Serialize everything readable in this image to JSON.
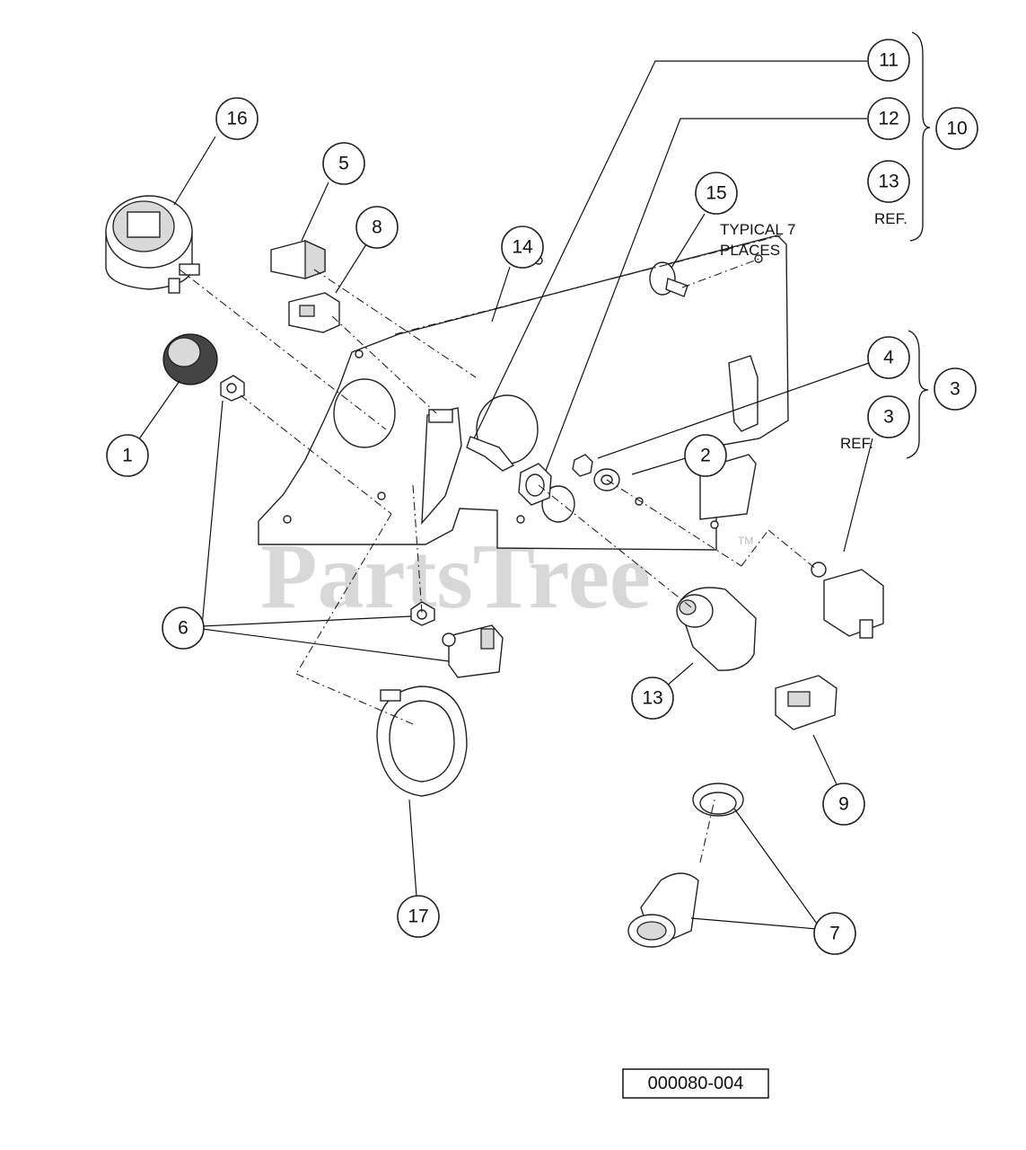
{
  "callouts": {
    "c1": "1",
    "c2": "2",
    "c3": "3",
    "c3ref": "3",
    "c4": "4",
    "c5": "5",
    "c6": "6",
    "c7": "7",
    "c8": "8",
    "c9": "9",
    "c10": "10",
    "c11": "11",
    "c12": "12",
    "c13ref": "13",
    "c13": "13",
    "c14": "14",
    "c15": "15",
    "c16": "16",
    "c17": "17"
  },
  "notes": {
    "typical_line1": "TYPICAL 7",
    "typical_line2": "PLACES",
    "ref_10": "REF.",
    "ref_3": "REF."
  },
  "watermark": {
    "text": "PartsTree",
    "tm": "TM"
  },
  "drawing_number": "000080-004"
}
